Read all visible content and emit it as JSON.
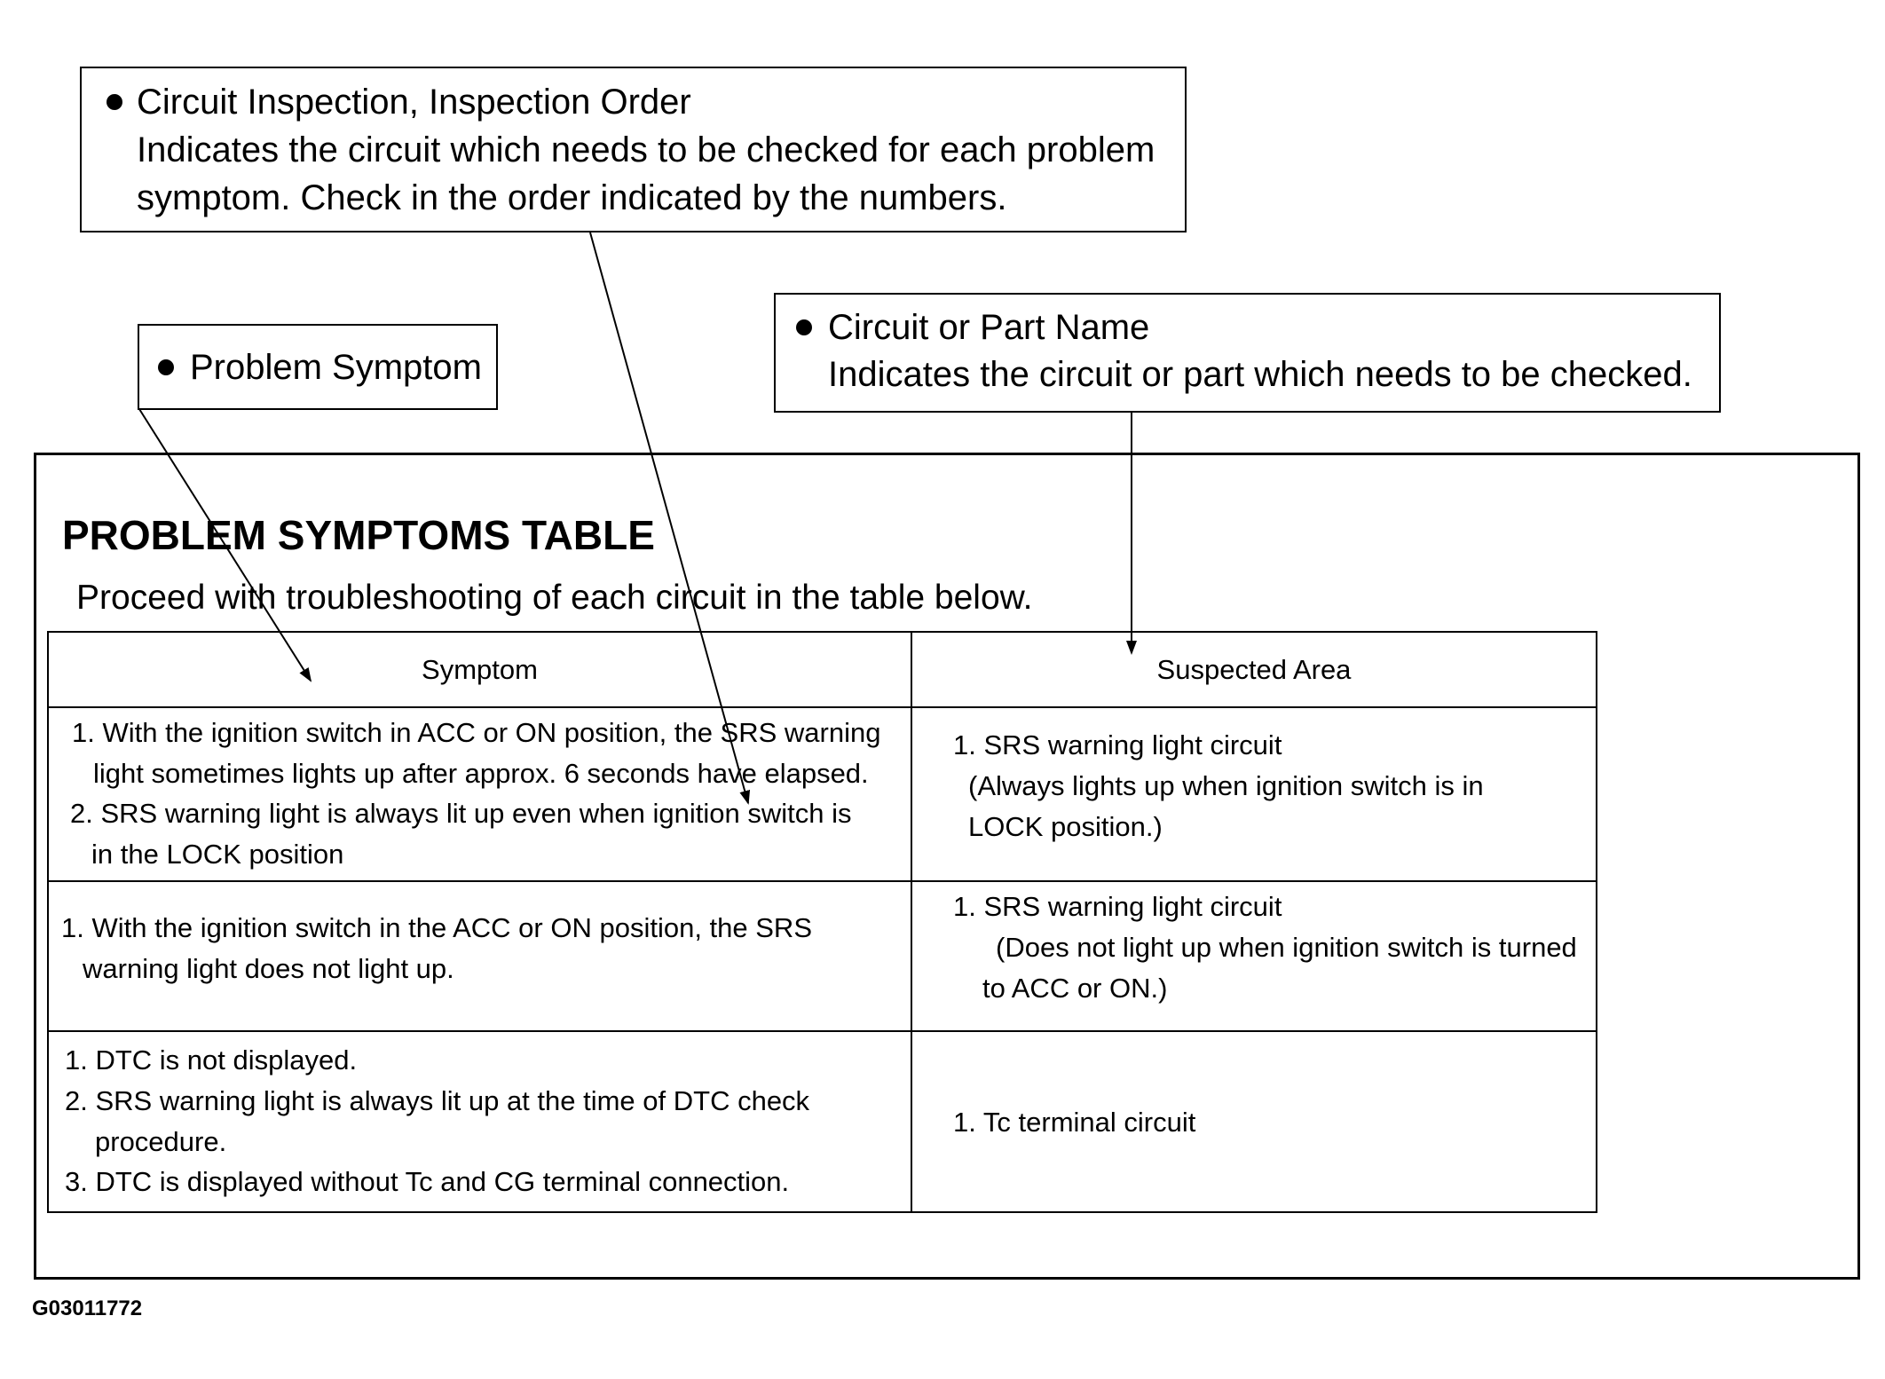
{
  "callouts": {
    "inspection": {
      "title": "Circuit Inspection, Inspection Order",
      "line1": "Indicates the circuit which needs to be checked for each problem",
      "line2": "symptom. Check in the order indicated by the numbers."
    },
    "symptom": {
      "title": "Problem Symptom"
    },
    "part": {
      "title": "Circuit or Part Name",
      "line1": "Indicates the circuit or part which needs to be checked."
    }
  },
  "table": {
    "title": "PROBLEM SYMPTOMS TABLE",
    "subtitle": "Proceed with troubleshooting of each circuit in the table below.",
    "headers": {
      "symptom": "Symptom",
      "suspected": "Suspected Area"
    },
    "rows": [
      {
        "symptom_lines": [
          "1. With the ignition switch in  ACC or ON position, the SRS warning",
          "light sometimes lights up after approx. 6 seconds have elapsed.",
          "2. SRS warning light is always lit up even when ignition switch is",
          "in the LOCK position"
        ],
        "suspected_lines": [
          "1. SRS warning light circuit",
          "(Always lights up when ignition switch is in",
          "LOCK position.)"
        ]
      },
      {
        "symptom_lines": [
          "1. With the ignition switch in the ACC or ON position, the SRS",
          "warning light does not light up."
        ],
        "suspected_lines": [
          "1. SRS warning light circuit",
          "(Does not light up when ignition switch is turned",
          "to ACC or ON.)"
        ]
      },
      {
        "symptom_lines": [
          "1. DTC is not displayed.",
          "2. SRS warning light is always lit up at the time of DTC check",
          "procedure.",
          "3. DTC is displayed without Tc and CG terminal connection."
        ],
        "suspected_lines": [
          "1. Tc terminal circuit"
        ]
      }
    ]
  },
  "figure_id": "G03011772"
}
